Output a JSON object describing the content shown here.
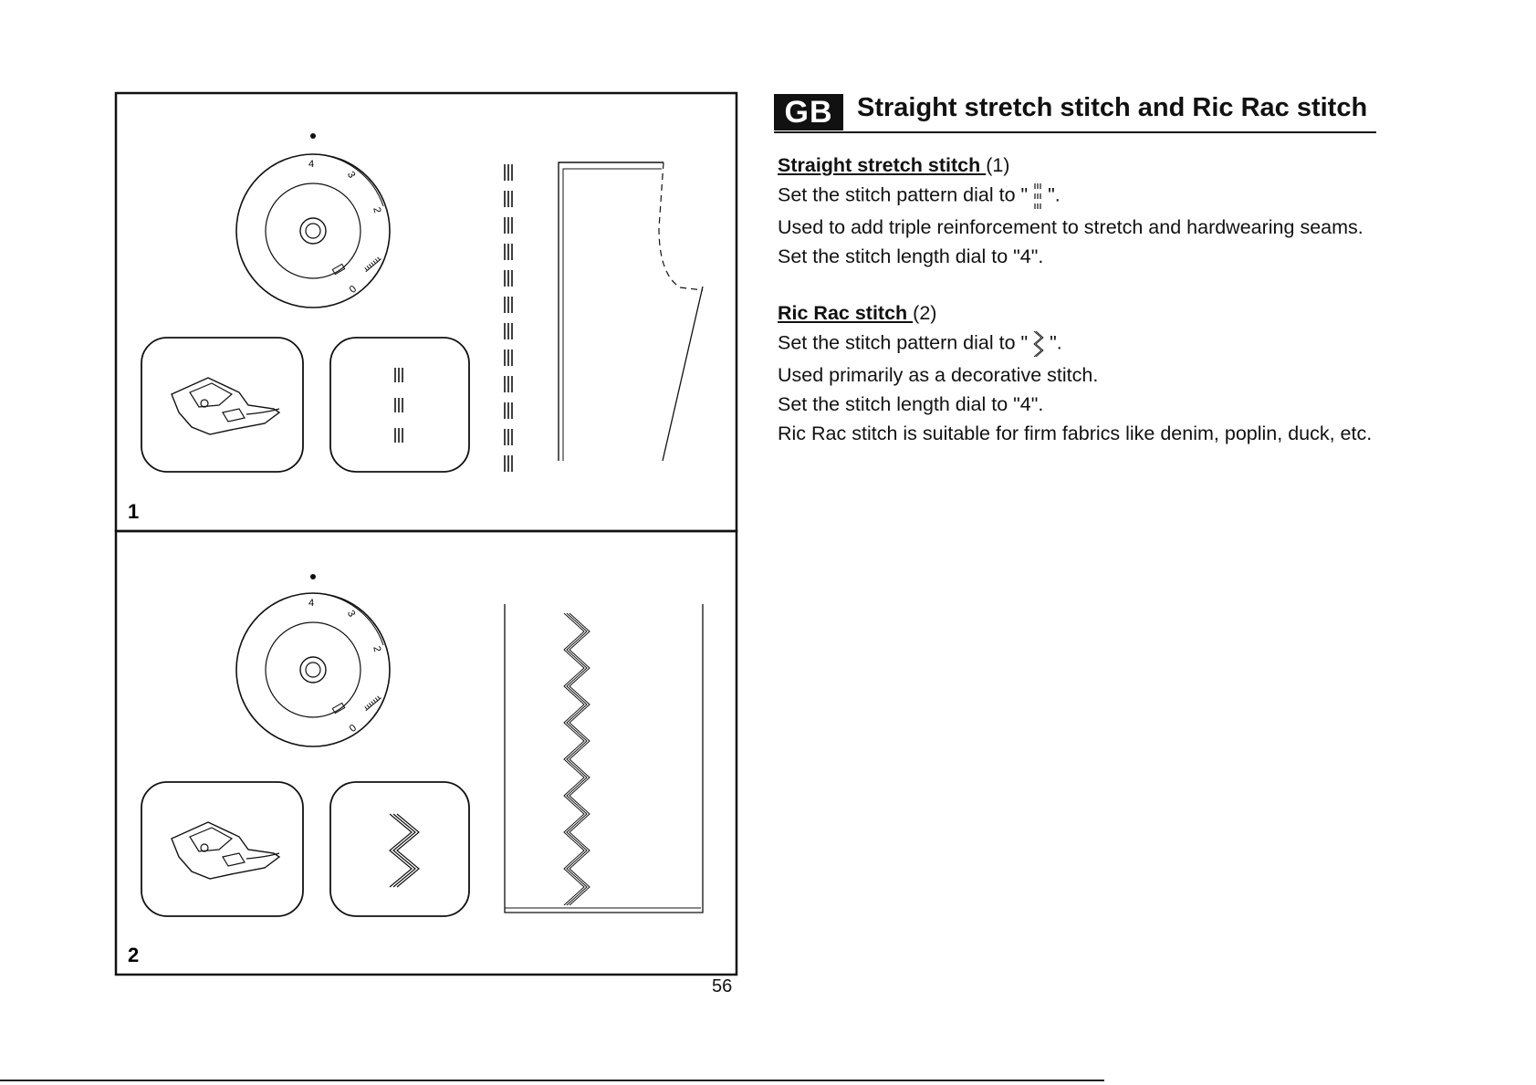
{
  "figure1": {
    "label": "1",
    "dial_numbers": [
      "4",
      "3",
      "2",
      "0"
    ],
    "stitch_icon_name": "triple-straight-stitch-icon"
  },
  "figure2": {
    "label": "2",
    "dial_numbers": [
      "4",
      "3",
      "2",
      "0"
    ],
    "stitch_icon_name": "ric-rac-stitch-icon"
  },
  "header": {
    "badge": "GB",
    "title": "Straight stretch stitch and Ric Rac stitch"
  },
  "section1": {
    "heading": "Straight stretch stitch ",
    "heading_ref": "(1)",
    "line1_a": "Set the stitch pattern dial to \" ",
    "line1_b": " \".",
    "line2": "Used to add triple reinforcement to stretch and hardwearing seams.",
    "line3": "Set the stitch length dial to \"4\"."
  },
  "section2": {
    "heading": "Ric Rac stitch ",
    "heading_ref": "(2)",
    "line1_a": "Set the stitch pattern dial to \" ",
    "line1_b": " \".",
    "line2": "Used primarily as a decorative stitch.",
    "line3": "Set the stitch length dial to \"4\".",
    "line4": "Ric Rac stitch is suitable for firm fabrics like denim, poplin, duck, etc."
  },
  "page_number": "56"
}
